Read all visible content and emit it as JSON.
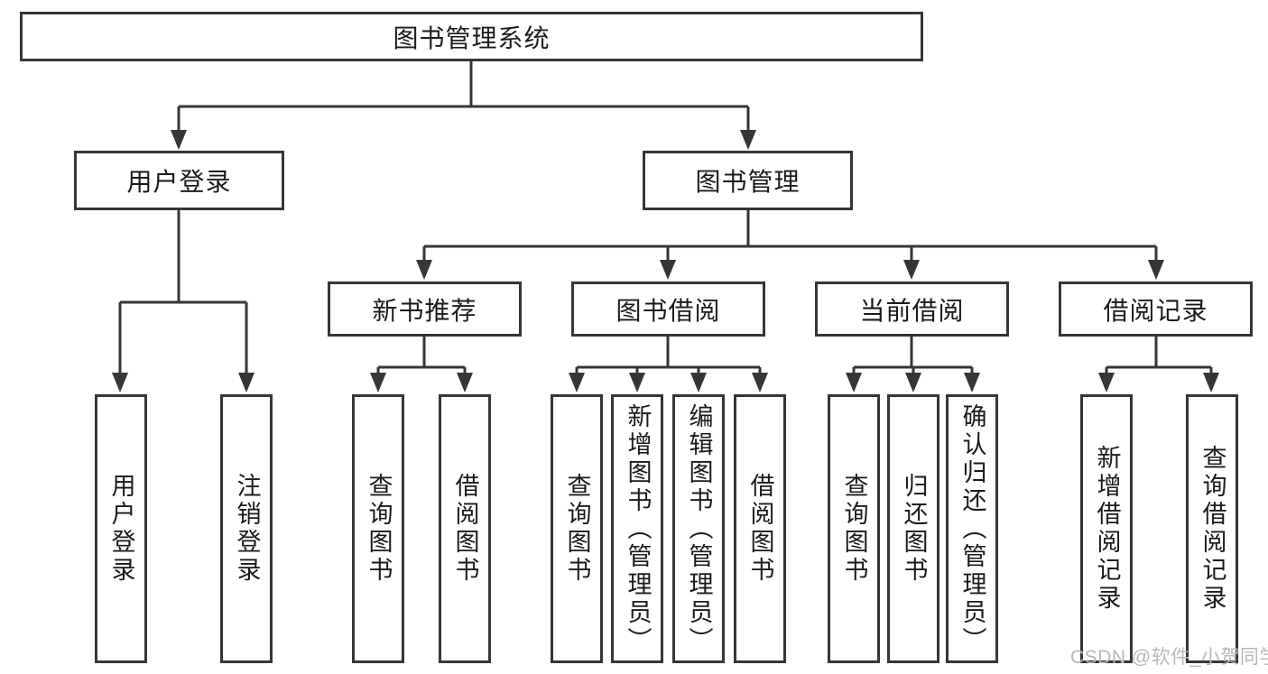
{
  "diagram": {
    "root": {
      "label": "图书管理系统"
    },
    "branches": {
      "user_login": {
        "label": "用户登录",
        "children": {
          "login": "用户登录",
          "logout": "注销登录"
        }
      },
      "book_mgmt": {
        "label": "图书管理"
      }
    },
    "modules": {
      "new_books": {
        "label": "新书推荐",
        "children": {
          "query": "查询图书",
          "borrow": "借阅图书"
        }
      },
      "book_borrow": {
        "label": "图书借阅",
        "children": {
          "query": "查询图书",
          "add": "新增图书（管理员）",
          "edit": "编辑图书（管理员）",
          "borrow": "借阅图书"
        }
      },
      "current_borrow": {
        "label": "当前借阅",
        "children": {
          "query": "查询图书",
          "return": "归还图书",
          "confirm": "确认归还（管理员）"
        }
      },
      "borrow_records": {
        "label": "借阅记录",
        "children": {
          "add": "新增借阅记录",
          "query": "查询借阅记录"
        }
      }
    }
  },
  "watermark": {
    "text": "CSDN @软件_小贺同学"
  },
  "colors": {
    "line": "#363636",
    "text": "#1a1a1a",
    "watermark": "#b7b8ba",
    "background": "#ffffff"
  }
}
